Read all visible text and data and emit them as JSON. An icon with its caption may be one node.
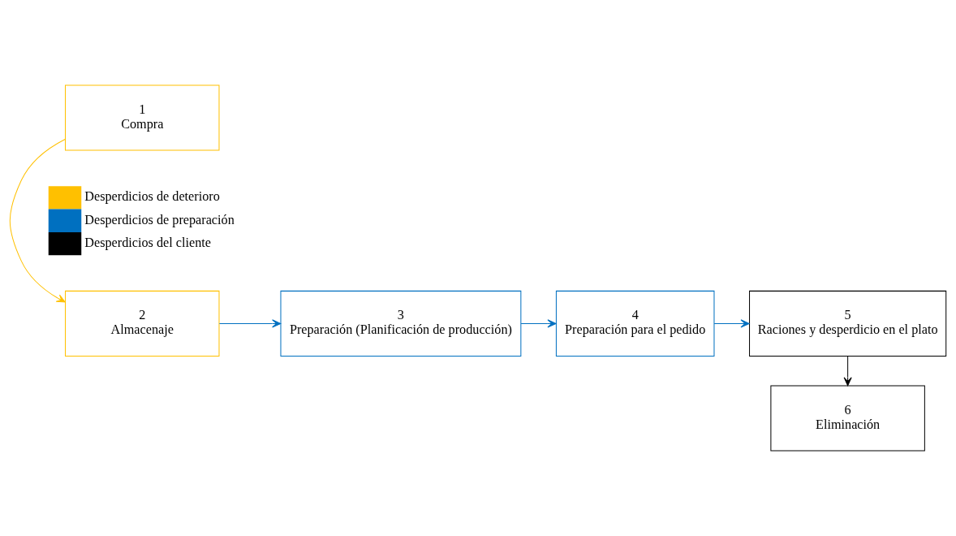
{
  "diagram": {
    "nodes": [
      {
        "text": [
          "1",
          "Compra"
        ]
      },
      {
        "text": [
          "2",
          "Almacenaje"
        ]
      },
      {
        "text": [
          "3",
          "Preparación (Planificación de producción)"
        ]
      },
      {
        "text": [
          "4",
          "Preparación para el pedido"
        ]
      },
      {
        "text": [
          "5",
          "Raciones y desperdicio en el plato"
        ]
      },
      {
        "text": [
          "6",
          "Eliminación"
        ]
      }
    ],
    "edges": [
      {
        "from": 0,
        "to": 1,
        "arrow": "to",
        "color": "#ffc000"
      },
      {
        "from": 1,
        "to": 2,
        "arrow": "to"
      },
      {
        "from": 2,
        "to": 3,
        "arrow": "to"
      },
      {
        "from": 3,
        "to": 4,
        "arrow": "to"
      },
      {
        "from": 4,
        "to": 5,
        "arrow": "to",
        "color": "#000000"
      }
    ],
    "legend": [
      {
        "text": "Desperdicios de deterioro",
        "color": "#ffc000"
      },
      {
        "text": "Desperdicios de preparación",
        "color": "#0070c0"
      },
      {
        "text": "Desperdicios del cliente",
        "color": "#000000"
      }
    ]
  }
}
